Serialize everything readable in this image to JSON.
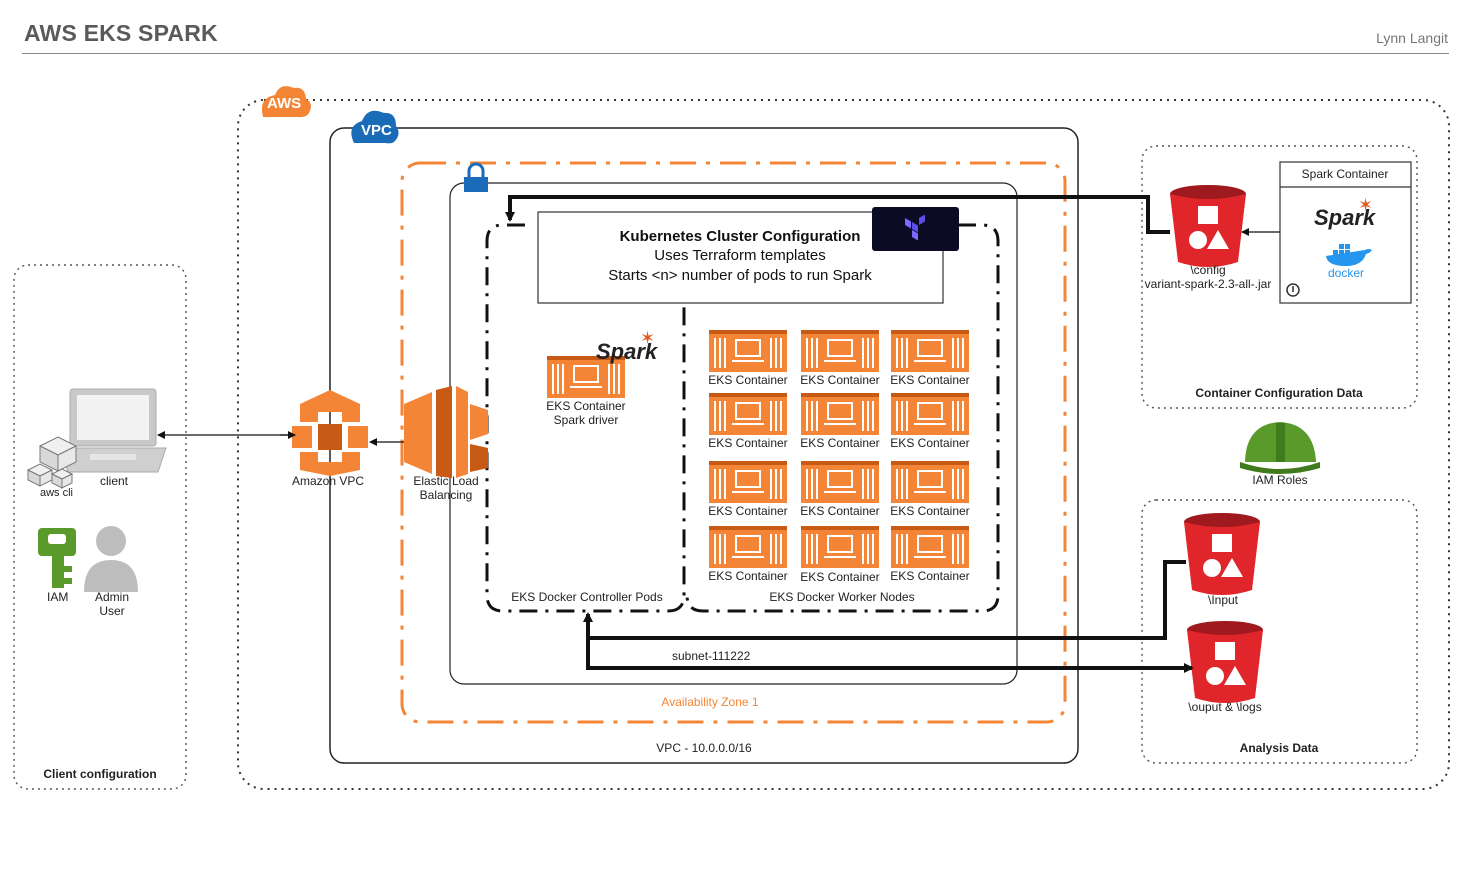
{
  "header": {
    "title": "AWS EKS SPARK",
    "author": "Lynn Langit"
  },
  "regions": {
    "aws_badge": "AWS",
    "vpc_badge": "VPC",
    "client_config": "Client configuration",
    "container_config_data": "Container Configuration Data",
    "analysis_data": "Analysis Data",
    "availability_zone": "Availability Zone 1",
    "vpc_cidr": "VPC - 10.0.0.0/16",
    "subnet": "subnet-111222"
  },
  "client": {
    "client_label": "client",
    "aws_cli_label": "aws cli",
    "iam_label": "IAM",
    "admin_line1": "Admin",
    "admin_line2": "User"
  },
  "network": {
    "amazon_vpc": "Amazon VPC",
    "elb_line1": "Elastic Load",
    "elb_line2": "Balancing"
  },
  "k8s": {
    "title": "Kubernetes Cluster Configuration",
    "line1": "Uses Terraform templates",
    "line2": "Starts <n> number of pods to run Spark",
    "controller_pods": "EKS Docker Controller Pods",
    "worker_nodes": "EKS Docker Worker Nodes",
    "driver_line1": "EKS Container",
    "driver_line2": "Spark driver",
    "container_label": "EKS Container",
    "spark_logo": "Spark"
  },
  "storage": {
    "config_line1": "\\config",
    "config_line2": "variant-spark-2.3-all-.jar",
    "input": "\\Input",
    "output": "\\ouput & \\logs"
  },
  "spark_container": {
    "title": "Spark Container",
    "spark_logo": "Spark",
    "docker_logo": "docker"
  },
  "iam_roles": "IAM Roles",
  "colors": {
    "aws_orange": "#f58536",
    "vpc_blue": "#1a6cb8",
    "s3_red": "#e0262b",
    "iam_green": "#5a9a2a",
    "terraform_purple": "#5c4ee5"
  }
}
